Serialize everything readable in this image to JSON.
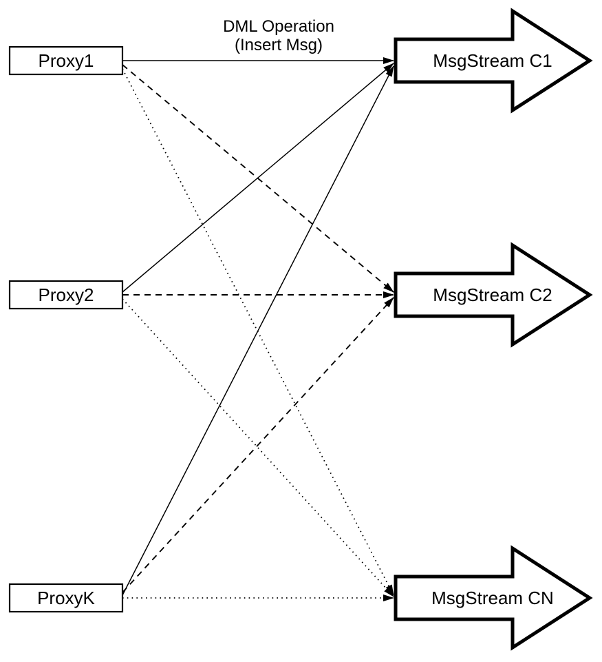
{
  "diagram": {
    "title": {
      "line1": "DML Operation",
      "line2": "(Insert Msg)"
    },
    "proxies": [
      {
        "label": "Proxy1"
      },
      {
        "label": "Proxy2"
      },
      {
        "label": "ProxyK"
      }
    ],
    "streams": [
      {
        "label": "MsgStream C1",
        "incoming_line_style": "solid"
      },
      {
        "label": "MsgStream C2",
        "incoming_line_style": "dashed"
      },
      {
        "label": "MsgStream CN",
        "incoming_line_style": "dotted"
      }
    ],
    "connections": [
      {
        "from": "Proxy1",
        "to": "MsgStream C1",
        "style": "solid"
      },
      {
        "from": "Proxy2",
        "to": "MsgStream C1",
        "style": "solid"
      },
      {
        "from": "ProxyK",
        "to": "MsgStream C1",
        "style": "solid"
      },
      {
        "from": "Proxy1",
        "to": "MsgStream C2",
        "style": "dashed"
      },
      {
        "from": "Proxy2",
        "to": "MsgStream C2",
        "style": "dashed"
      },
      {
        "from": "ProxyK",
        "to": "MsgStream C2",
        "style": "dashed"
      },
      {
        "from": "Proxy1",
        "to": "MsgStream CN",
        "style": "dotted"
      },
      {
        "from": "Proxy2",
        "to": "MsgStream CN",
        "style": "dotted"
      },
      {
        "from": "ProxyK",
        "to": "MsgStream CN",
        "style": "dotted"
      }
    ],
    "colors": {
      "stroke": "#000000",
      "fill": "#ffffff",
      "background": "#ffffff"
    }
  }
}
